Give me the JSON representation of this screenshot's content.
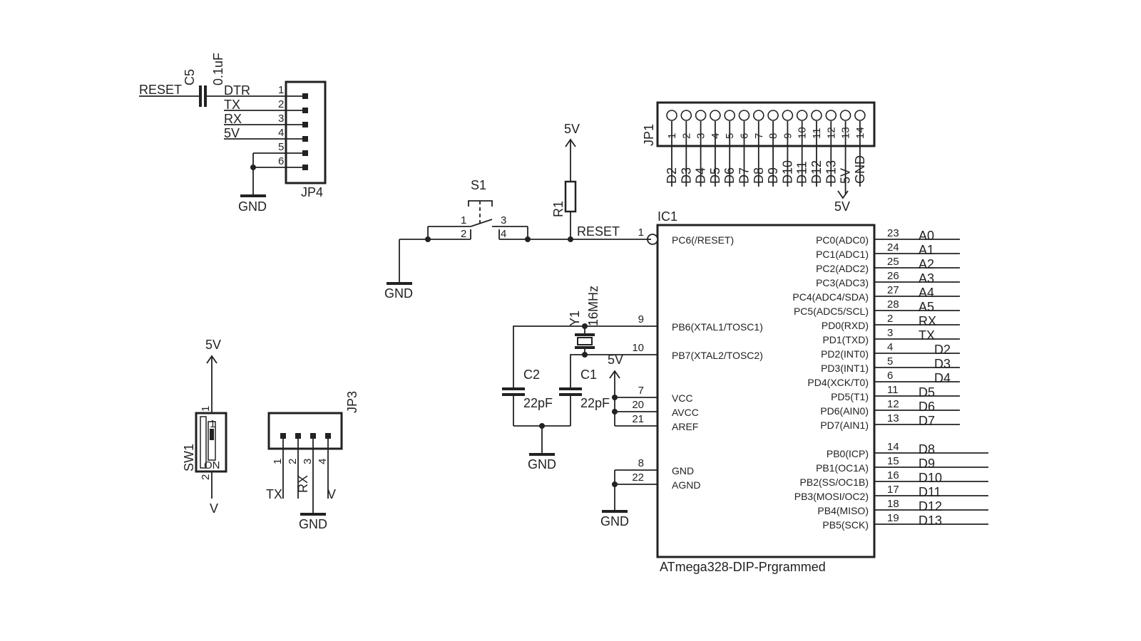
{
  "jp4": {
    "name": "JP4",
    "signals": [
      "DTR",
      "TX",
      "RX",
      "5V"
    ],
    "pins": [
      "1",
      "2",
      "3",
      "4",
      "5",
      "6"
    ],
    "gnd": "GND"
  },
  "c5": {
    "name": "C5",
    "value": "0.1uF",
    "net": "RESET"
  },
  "s1": {
    "name": "S1",
    "pins": [
      "1",
      "2",
      "3",
      "4"
    ],
    "gnd": "GND"
  },
  "r1": {
    "name": "R1",
    "supply": "5V",
    "net": "RESET"
  },
  "jp1": {
    "name": "JP1",
    "pins": [
      "1",
      "2",
      "3",
      "4",
      "5",
      "6",
      "7",
      "8",
      "9",
      "10",
      "11",
      "12",
      "13",
      "14"
    ],
    "signals": [
      "D2",
      "D3",
      "D4",
      "D5",
      "D6",
      "D7",
      "D8",
      "D9",
      "D10",
      "D11",
      "D12",
      "D13",
      "5V",
      "GND"
    ],
    "supply": "5V"
  },
  "ic1": {
    "name": "IC1",
    "part": "ATmega328-DIP-Prgrammed",
    "left_pins": [
      {
        "num": "1",
        "name": "PC6(/RESET)"
      },
      {
        "num": "9",
        "name": "PB6(XTAL1/TOSC1)"
      },
      {
        "num": "10",
        "name": "PB7(XTAL2/TOSC2)"
      },
      {
        "num": "7",
        "name": "VCC"
      },
      {
        "num": "20",
        "name": "AVCC"
      },
      {
        "num": "21",
        "name": "AREF"
      },
      {
        "num": "8",
        "name": "GND"
      },
      {
        "num": "22",
        "name": "AGND"
      }
    ],
    "right_pins": [
      {
        "num": "23",
        "name": "PC0(ADC0)",
        "net": "A0"
      },
      {
        "num": "24",
        "name": "PC1(ADC1)",
        "net": "A1"
      },
      {
        "num": "25",
        "name": "PC2(ADC2)",
        "net": "A2"
      },
      {
        "num": "26",
        "name": "PC3(ADC3)",
        "net": "A3"
      },
      {
        "num": "27",
        "name": "PC4(ADC4/SDA)",
        "net": "A4"
      },
      {
        "num": "28",
        "name": "PC5(ADC5/SCL)",
        "net": "A5"
      },
      {
        "num": "2",
        "name": "PD0(RXD)",
        "net": "RX"
      },
      {
        "num": "3",
        "name": "PD1(TXD)",
        "net": "TX"
      },
      {
        "num": "4",
        "name": "PD2(INT0)",
        "net": "D2"
      },
      {
        "num": "5",
        "name": "PD3(INT1)",
        "net": "D3"
      },
      {
        "num": "6",
        "name": "PD4(XCK/T0)",
        "net": "D4"
      },
      {
        "num": "11",
        "name": "PD5(T1)",
        "net": "D5"
      },
      {
        "num": "12",
        "name": "PD6(AIN0)",
        "net": "D6"
      },
      {
        "num": "13",
        "name": "PD7(AIN1)",
        "net": "D7"
      },
      {
        "num": "14",
        "name": "PB0(ICP)",
        "net": "D8"
      },
      {
        "num": "15",
        "name": "PB1(OC1A)",
        "net": "D9"
      },
      {
        "num": "16",
        "name": "PB2(SS/OC1B)",
        "net": "D10"
      },
      {
        "num": "17",
        "name": "PB3(MOSI/OC2)",
        "net": "D11"
      },
      {
        "num": "18",
        "name": "PB4(MISO)",
        "net": "D12"
      },
      {
        "num": "19",
        "name": "PB5(SCK)",
        "net": "D13"
      }
    ]
  },
  "y1": {
    "name": "Y1",
    "value": "16MHz"
  },
  "c2": {
    "name": "C2",
    "value": "22pF"
  },
  "c1": {
    "name": "C1",
    "value": "22pF"
  },
  "caps_gnd": "GND",
  "ic_supply": "5V",
  "ic_gnd": "GND",
  "sw1": {
    "name": "SW1",
    "pins": [
      "1",
      "2"
    ],
    "pos_label": "1",
    "on_label": "ON",
    "supply": "5V",
    "bottom": "V"
  },
  "jp3": {
    "name": "JP3",
    "pins": [
      "1",
      "2",
      "3",
      "4"
    ],
    "signals": [
      "TX",
      "RX",
      "V"
    ],
    "gnd": "GND"
  }
}
